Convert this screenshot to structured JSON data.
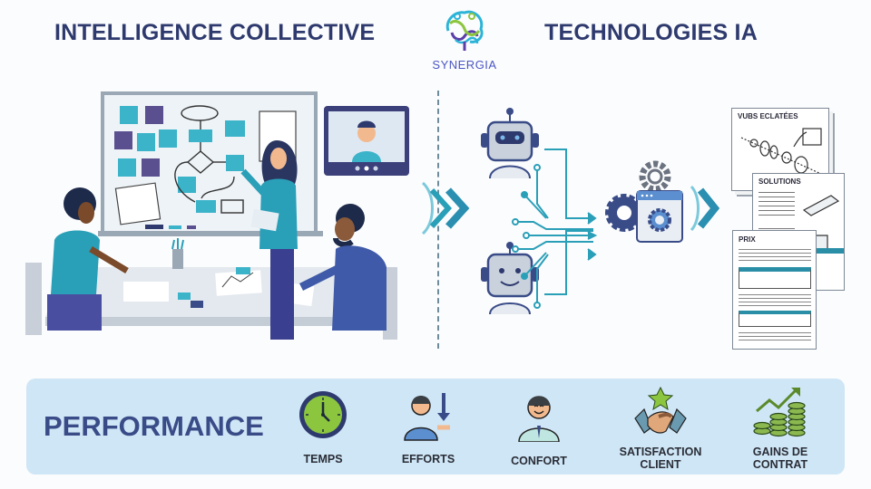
{
  "header": {
    "left_title": "INTELLIGENCE COLLECTIVE",
    "right_title": "TECHNOLOGIES IA",
    "logo": {
      "icon": "brain-network-icon",
      "text": "SYNERGIA"
    }
  },
  "left_scene": {
    "description": "team-collaboration-illustration",
    "elements": [
      "whiteboard-with-sticky-notes",
      "flowchart",
      "video-call-screen",
      "three-team-members-at-table"
    ]
  },
  "center_scene": {
    "elements": [
      "robot-assistant-1",
      "robot-assistant-2",
      "data-circuit-lines",
      "gears-and-app-window"
    ]
  },
  "documents": [
    {
      "title": "VUBS ECLATÉES"
    },
    {
      "title": "SOLUTIONS"
    },
    {
      "title": "PRIX"
    }
  ],
  "performance": {
    "title": "PERFORMANCE",
    "metrics": [
      {
        "icon": "clock-icon",
        "label_lines": [
          "TEMPS"
        ]
      },
      {
        "icon": "person-effort-down-icon",
        "label_lines": [
          "EFFORTS"
        ]
      },
      {
        "icon": "smiling-person-icon",
        "label_lines": [
          "CONFORT"
        ]
      },
      {
        "icon": "handshake-star-icon",
        "label_lines": [
          "SATISFACTION",
          "CLIENT"
        ]
      },
      {
        "icon": "coins-growth-icon",
        "label_lines": [
          "GAINS DE",
          "CONTRAT"
        ]
      }
    ]
  },
  "colors": {
    "title": "#2e3a6e",
    "teal": "#2a9fb8",
    "navy": "#3a4c88",
    "purple": "#5a4f8f",
    "band": "#cfe6f6",
    "green": "#8cc63f"
  }
}
